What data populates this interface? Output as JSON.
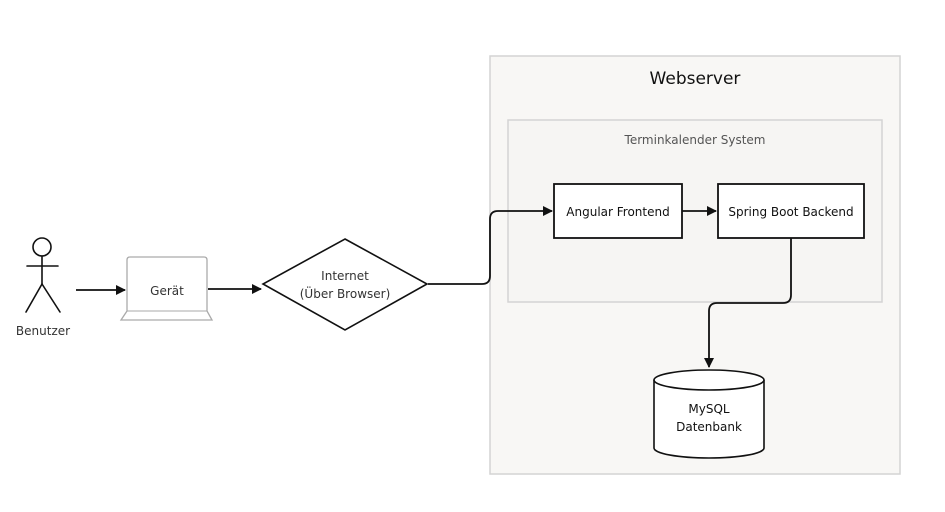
{
  "actor": {
    "label": "Benutzer"
  },
  "device": {
    "label": "Gerät"
  },
  "internet": {
    "line1": "Internet",
    "line2": "(Über Browser)"
  },
  "webserver": {
    "title": "Webserver"
  },
  "system": {
    "title": "Terminkalender System"
  },
  "frontend": {
    "label": "Angular Frontend"
  },
  "backend": {
    "label": "Spring Boot Backend"
  },
  "database": {
    "line1": "MySQL",
    "line2": "Datenbank"
  },
  "colors": {
    "webserver_fill": "#f8f7f5",
    "webserver_stroke": "#d4d4d4",
    "system_fill": "#f6f5f3",
    "system_stroke": "#d4d4d4",
    "node_stroke": "#111111",
    "device_stroke": "#aaaaaa",
    "text_dark": "#222222",
    "text_muted": "#555555"
  }
}
